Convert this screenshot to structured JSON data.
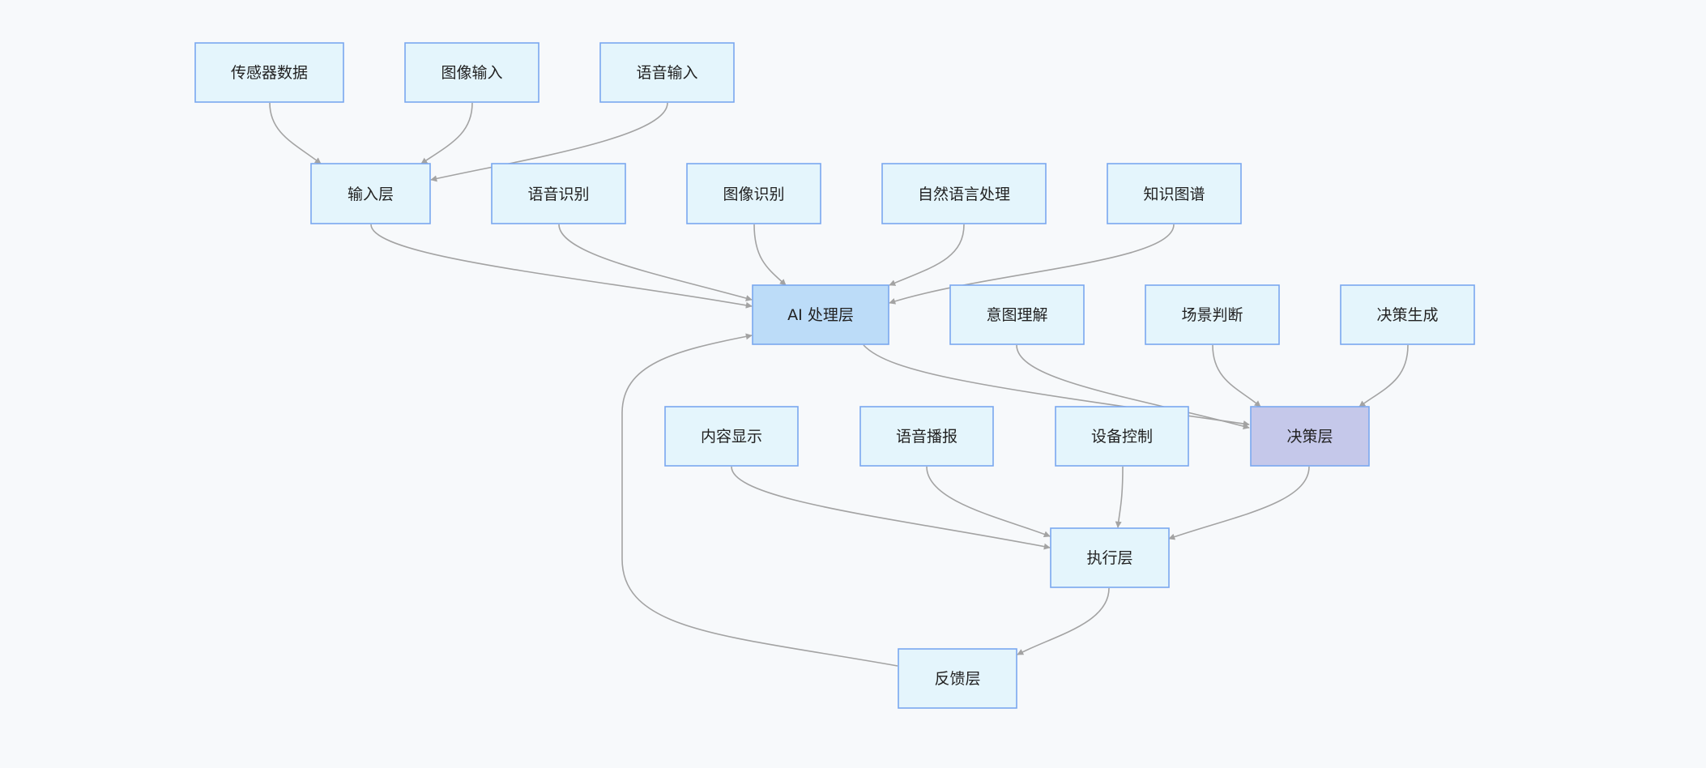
{
  "nodes": {
    "sensor": {
      "label": "传感器数据",
      "fill": "#e4f5fc"
    },
    "image_in": {
      "label": "图像输入",
      "fill": "#e4f5fc"
    },
    "voice_in": {
      "label": "语音输入",
      "fill": "#e4f5fc"
    },
    "input_layer": {
      "label": "输入层",
      "fill": "#e4f5fc"
    },
    "speech_rec": {
      "label": "语音识别",
      "fill": "#e4f5fc"
    },
    "image_rec": {
      "label": "图像识别",
      "fill": "#e4f5fc"
    },
    "nlp": {
      "label": "自然语言处理",
      "fill": "#e4f5fc"
    },
    "kg": {
      "label": "知识图谱",
      "fill": "#e4f5fc"
    },
    "ai_layer": {
      "label": "AI 处理层",
      "fill": "#bcdcf8"
    },
    "intent": {
      "label": "意图理解",
      "fill": "#e4f5fc"
    },
    "scene": {
      "label": "场景判断",
      "fill": "#e4f5fc"
    },
    "decision_gen": {
      "label": "决策生成",
      "fill": "#e4f5fc"
    },
    "display": {
      "label": "内容显示",
      "fill": "#e4f5fc"
    },
    "broadcast": {
      "label": "语音播报",
      "fill": "#e4f5fc"
    },
    "device": {
      "label": "设备控制",
      "fill": "#e4f5fc"
    },
    "decision_layer": {
      "label": "决策层",
      "fill": "#c5c8ea"
    },
    "exec_layer": {
      "label": "执行层",
      "fill": "#e4f5fc"
    },
    "feedback_layer": {
      "label": "反馈层",
      "fill": "#e4f5fc"
    }
  },
  "edges": [
    {
      "from": "sensor",
      "to": "input_layer"
    },
    {
      "from": "image_in",
      "to": "input_layer"
    },
    {
      "from": "voice_in",
      "to": "input_layer"
    },
    {
      "from": "input_layer",
      "to": "ai_layer"
    },
    {
      "from": "speech_rec",
      "to": "ai_layer"
    },
    {
      "from": "image_rec",
      "to": "ai_layer"
    },
    {
      "from": "nlp",
      "to": "ai_layer"
    },
    {
      "from": "kg",
      "to": "ai_layer"
    },
    {
      "from": "ai_layer",
      "to": "decision_layer"
    },
    {
      "from": "intent",
      "to": "decision_layer"
    },
    {
      "from": "scene",
      "to": "decision_layer"
    },
    {
      "from": "decision_gen",
      "to": "decision_layer"
    },
    {
      "from": "display",
      "to": "exec_layer"
    },
    {
      "from": "broadcast",
      "to": "exec_layer"
    },
    {
      "from": "device",
      "to": "exec_layer"
    },
    {
      "from": "decision_layer",
      "to": "exec_layer"
    },
    {
      "from": "exec_layer",
      "to": "feedback_layer"
    },
    {
      "from": "feedback_layer",
      "to": "ai_layer"
    }
  ],
  "colors": {
    "edge": "#a3a3a3",
    "node_border": "#7aa7ef"
  }
}
